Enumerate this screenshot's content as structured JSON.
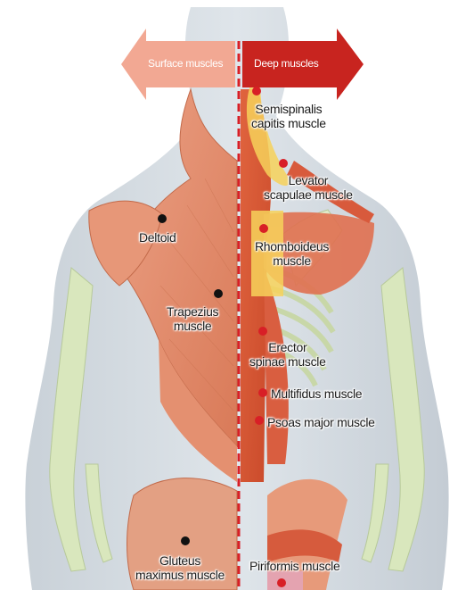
{
  "header": {
    "surface_label": "Surface muscles",
    "deep_label": "Deep muscles"
  },
  "colors": {
    "surface_arrow": "#f2a893",
    "deep_arrow": "#c8241f",
    "divider": "#d81f26",
    "surface_marker": "#111111",
    "deep_marker": "#d81f26",
    "muscle": "#e08a68",
    "bone": "#d9e7bd",
    "skin": "#d5dce2",
    "highlight": "#f7d25b"
  },
  "labels": {
    "deltoid": [
      "Deltoid"
    ],
    "trapezius": [
      "Trapezius",
      "muscle"
    ],
    "gluteus": [
      "Gluteus",
      "maximus muscle"
    ],
    "semispinalis": [
      "Semispinalis",
      "capitis muscle"
    ],
    "levator": [
      "Levator",
      "scapulae muscle"
    ],
    "rhomboideus": [
      "Rhomboideus",
      "muscle"
    ],
    "erector": [
      "Erector",
      "spinae muscle"
    ],
    "multifidus": [
      "Multifidus muscle"
    ],
    "psoas": [
      "Psoas major muscle"
    ],
    "piriformis": [
      "Piriformis muscle"
    ]
  }
}
